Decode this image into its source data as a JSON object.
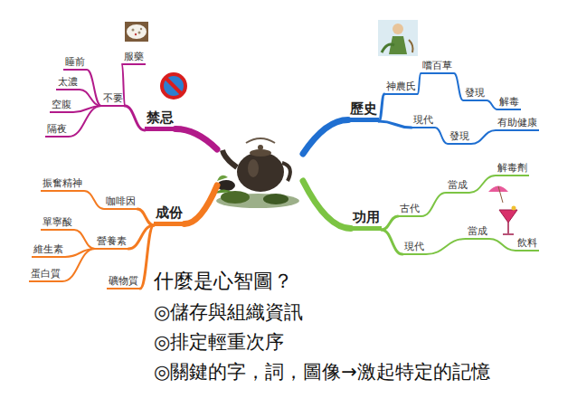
{
  "diagram": {
    "title": "什麼是心智圖？",
    "nodes": [
      {
        "text": [
          "禁忌"
        ]
      },
      {
        "text": [
          "不要"
        ]
      },
      {
        "text": [
          "服藥"
        ]
      },
      {
        "text": [
          "睡前"
        ]
      },
      {
        "text": [
          "太濃"
        ]
      },
      {
        "text": [
          "空腹"
        ]
      },
      {
        "text": [
          "隔夜"
        ]
      },
      {
        "text": [
          "歷史"
        ]
      },
      {
        "text": [
          "神農氏"
        ]
      },
      {
        "text": [
          "嚐百草"
        ]
      },
      {
        "text": [
          "發現"
        ]
      },
      {
        "text": [
          "解毒"
        ]
      },
      {
        "text": [
          "現代"
        ]
      },
      {
        "text": [
          "發現"
        ]
      },
      {
        "text": [
          "有助健康"
        ]
      },
      {
        "text": [
          "成份"
        ]
      },
      {
        "text": [
          "咖啡因"
        ]
      },
      {
        "text": [
          "振奮精神"
        ]
      },
      {
        "text": [
          "營養素"
        ]
      },
      {
        "text": [
          "單寧酸"
        ]
      },
      {
        "text": [
          "維生素"
        ]
      },
      {
        "text": [
          "蛋白質"
        ]
      },
      {
        "text": [
          "礦物質"
        ]
      },
      {
        "text": [
          "功用"
        ]
      },
      {
        "text": [
          "古代"
        ]
      },
      {
        "text": [
          "當成"
        ]
      },
      {
        "text": [
          "解毒劑"
        ]
      },
      {
        "text": [
          "現代"
        ]
      },
      {
        "text": [
          "當成"
        ]
      },
      {
        "text": [
          "飲料"
        ]
      }
    ],
    "edges": [
      {
        "from": 0,
        "to": 1,
        "arrow": "none"
      },
      {
        "from": 1,
        "to": 2,
        "arrow": "none"
      },
      {
        "from": 1,
        "to": 3,
        "arrow": "none"
      },
      {
        "from": 1,
        "to": 4,
        "arrow": "none"
      },
      {
        "from": 1,
        "to": 5,
        "arrow": "none"
      },
      {
        "from": 1,
        "to": 6,
        "arrow": "none"
      },
      {
        "from": 7,
        "to": 8,
        "arrow": "none"
      },
      {
        "from": 8,
        "to": 9,
        "arrow": "none"
      },
      {
        "from": 9,
        "to": 10,
        "arrow": "none"
      },
      {
        "from": 10,
        "to": 11,
        "arrow": "none"
      },
      {
        "from": 7,
        "to": 12,
        "arrow": "none"
      },
      {
        "from": 12,
        "to": 13,
        "arrow": "none"
      },
      {
        "from": 13,
        "to": 14,
        "arrow": "none"
      },
      {
        "from": 15,
        "to": 16,
        "arrow": "none"
      },
      {
        "from": 16,
        "to": 17,
        "arrow": "none"
      },
      {
        "from": 15,
        "to": 18,
        "arrow": "none"
      },
      {
        "from": 18,
        "to": 19,
        "arrow": "none"
      },
      {
        "from": 18,
        "to": 20,
        "arrow": "none"
      },
      {
        "from": 18,
        "to": 21,
        "arrow": "none"
      },
      {
        "from": 15,
        "to": 22,
        "arrow": "none"
      },
      {
        "from": 23,
        "to": 24,
        "arrow": "none"
      },
      {
        "from": 24,
        "to": 25,
        "arrow": "none"
      },
      {
        "from": 25,
        "to": 26,
        "arrow": "none"
      },
      {
        "from": 23,
        "to": 27,
        "arrow": "none"
      },
      {
        "from": 27,
        "to": 28,
        "arrow": "none"
      },
      {
        "from": 28,
        "to": 29,
        "arrow": "none"
      }
    ],
    "labels": [
      "◎儲存與組織資訊",
      "◎排定輕重次序",
      "◎關鍵的字，詞，圖像→激起特定的記憶"
    ]
  }
}
